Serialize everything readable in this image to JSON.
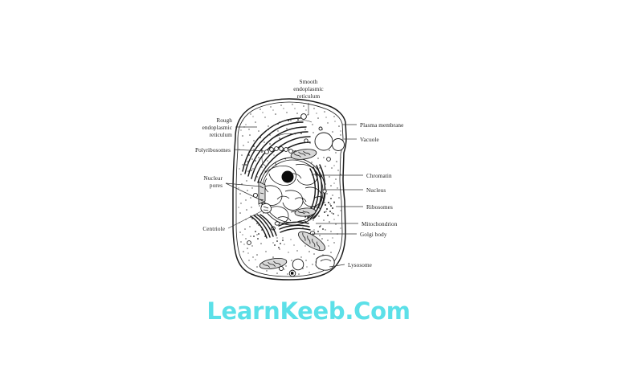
{
  "figure": {
    "title": "Animal cell structure diagram",
    "type": "labeled-line-drawing",
    "background_color": "#ffffff",
    "line_color": "#1a1a1a"
  },
  "watermark": {
    "text": "LearnKeeb.Com",
    "color": "#5ce0e8"
  },
  "labels": {
    "smooth_er": "Smooth\nendoplasmic\nreticulum",
    "smooth_er_line1": "Smooth",
    "smooth_er_line2": "endoplasmic",
    "smooth_er_line3": "reticulum",
    "rough_er_line1": "Rough",
    "rough_er_line2": "endoplasmic",
    "rough_er_line3": "reticulum",
    "polyribosomes": "Polyribosomes",
    "nuclear_pores_line1": "Nuclear",
    "nuclear_pores_line2": "pores",
    "centriole": "Centriole",
    "plasma_membrane": "Plasma membrane",
    "vacuole": "Vacuole",
    "chromatin": "Chromatin",
    "nucleus": "Nucleus",
    "ribosomes": "Ribosomes",
    "mitochondrion": "Mitochondrion",
    "golgi_body": "Golgi body",
    "lysosome": "Lysosome"
  },
  "label_list": [
    {
      "id": "smooth-endoplasmic-reticulum",
      "text": "Smooth endoplasmic reticulum",
      "side": "top"
    },
    {
      "id": "rough-endoplasmic-reticulum",
      "text": "Rough endoplasmic reticulum",
      "side": "left"
    },
    {
      "id": "polyribosomes",
      "text": "Polyribosomes",
      "side": "left"
    },
    {
      "id": "nuclear-pores",
      "text": "Nuclear pores",
      "side": "left"
    },
    {
      "id": "centriole",
      "text": "Centriole",
      "side": "left"
    },
    {
      "id": "plasma-membrane",
      "text": "Plasma membrane",
      "side": "right"
    },
    {
      "id": "vacuole",
      "text": "Vacuole",
      "side": "right"
    },
    {
      "id": "chromatin",
      "text": "Chromatin",
      "side": "right"
    },
    {
      "id": "nucleus",
      "text": "Nucleus",
      "side": "right"
    },
    {
      "id": "ribosomes",
      "text": "Ribosomes",
      "side": "right"
    },
    {
      "id": "mitochondrion",
      "text": "Mitochondrion",
      "side": "right"
    },
    {
      "id": "golgi-body",
      "text": "Golgi body",
      "side": "right"
    },
    {
      "id": "lysosome",
      "text": "Lysosome",
      "side": "right"
    }
  ]
}
